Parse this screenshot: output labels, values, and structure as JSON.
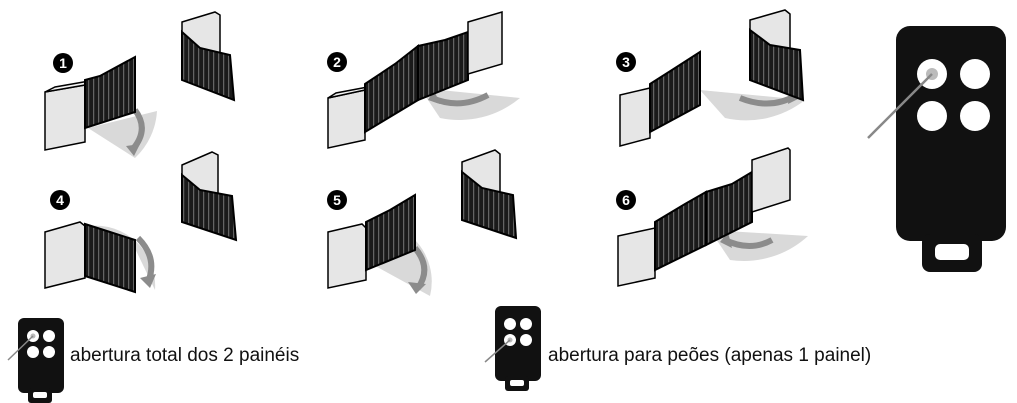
{
  "steps": [
    {
      "number": "1"
    },
    {
      "number": "2"
    },
    {
      "number": "3"
    },
    {
      "number": "4"
    },
    {
      "number": "5"
    },
    {
      "number": "6"
    }
  ],
  "legend": [
    {
      "text": "abertura total dos 2 painéis",
      "button": "top-left"
    },
    {
      "text": "abertura para peões (apenas 1 painel)",
      "button": "bottom-left"
    }
  ],
  "colors": {
    "gate": "#1a1a1a",
    "pillar_front": "#e6e6e6",
    "pillar_side": "#cfcfcf",
    "arc": "#d9d9d9",
    "arrow": "#8c8c8c",
    "remote": "#111111"
  }
}
